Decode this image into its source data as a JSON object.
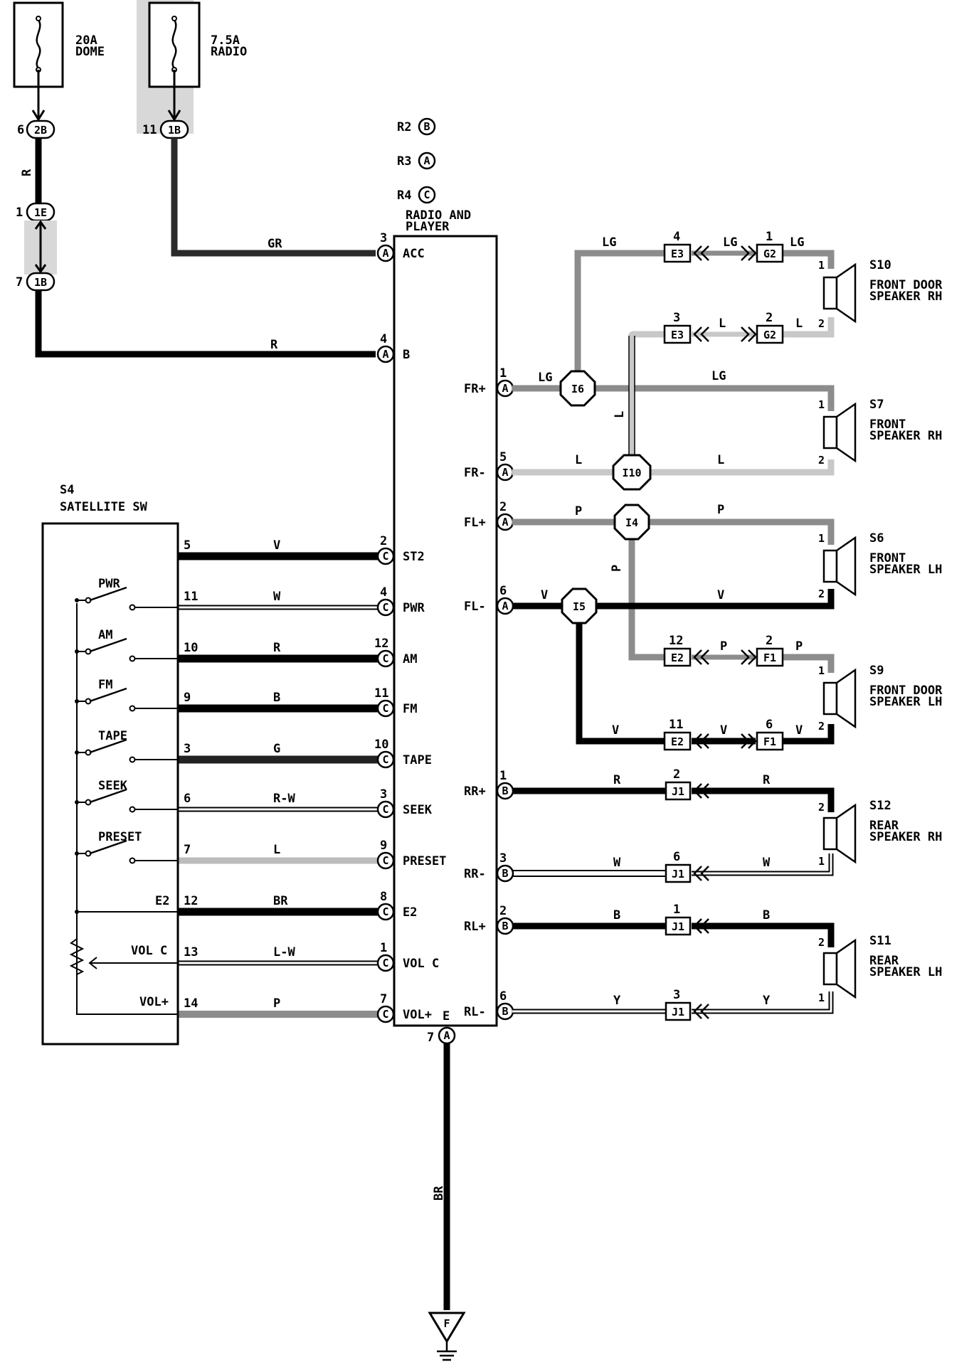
{
  "fuses": [
    {
      "amp": "20A",
      "name": "DOME",
      "pin": "6",
      "conn": "2B"
    },
    {
      "amp": "7.5A",
      "name": "RADIO",
      "pin": "11",
      "conn": "1B"
    }
  ],
  "joints": [
    {
      "pin": "1",
      "conn": "1E"
    },
    {
      "pin": "7",
      "conn": "1B"
    }
  ],
  "radio_conn_legend": [
    {
      "code": "R2",
      "letter": "B"
    },
    {
      "code": "R3",
      "letter": "A"
    },
    {
      "code": "R4",
      "letter": "C"
    }
  ],
  "radio": {
    "title_line1": "RADIO AND",
    "title_line2": "PLAYER",
    "left_pins": [
      {
        "pin": "3",
        "conn": "A",
        "label": "ACC",
        "wire": "GR"
      },
      {
        "pin": "4",
        "conn": "A",
        "label": "B",
        "wire": "R"
      },
      {
        "pin": "2",
        "conn": "C",
        "label": "ST2",
        "wire": "V",
        "src": "5"
      },
      {
        "pin": "4",
        "conn": "C",
        "label": "PWR",
        "wire": "W",
        "src": "11"
      },
      {
        "pin": "12",
        "conn": "C",
        "label": "AM",
        "wire": "R",
        "src": "10"
      },
      {
        "pin": "11",
        "conn": "C",
        "label": "FM",
        "wire": "B",
        "src": "9"
      },
      {
        "pin": "10",
        "conn": "C",
        "label": "TAPE",
        "wire": "G",
        "src": "3"
      },
      {
        "pin": "3",
        "conn": "C",
        "label": "SEEK",
        "wire": "R-W",
        "src": "6"
      },
      {
        "pin": "9",
        "conn": "C",
        "label": "PRESET",
        "wire": "L",
        "src": "7"
      },
      {
        "pin": "8",
        "conn": "C",
        "label": "E2",
        "wire": "BR",
        "src": "12"
      },
      {
        "pin": "1",
        "conn": "C",
        "label": "VOL C",
        "wire": "L-W",
        "src": "13"
      },
      {
        "pin": "7",
        "conn": "C",
        "label": "VOL+",
        "wire": "P",
        "src": "14"
      }
    ],
    "right_pins": [
      {
        "pin": "1",
        "conn": "A",
        "label": "FR+"
      },
      {
        "pin": "5",
        "conn": "A",
        "label": "FR-"
      },
      {
        "pin": "2",
        "conn": "A",
        "label": "FL+"
      },
      {
        "pin": "6",
        "conn": "A",
        "label": "FL-"
      },
      {
        "pin": "1",
        "conn": "B",
        "label": "RR+"
      },
      {
        "pin": "3",
        "conn": "B",
        "label": "RR-"
      },
      {
        "pin": "2",
        "conn": "B",
        "label": "RL+"
      },
      {
        "pin": "6",
        "conn": "B",
        "label": "RL-"
      }
    ],
    "ground_pin": {
      "label": "E",
      "pin": "7",
      "conn": "A",
      "wire": "BR",
      "ground": "F"
    }
  },
  "switch": {
    "code": "S4",
    "name": "SATELLITE SW",
    "switches": [
      "PWR",
      "AM",
      "FM",
      "TAPE",
      "SEEK",
      "PRESET"
    ],
    "e2": "E2",
    "volc": "VOL C",
    "volp": "VOL+"
  },
  "speakers": [
    {
      "code": "S10",
      "line1": "FRONT DOOR",
      "line2": "SPEAKER RH"
    },
    {
      "code": "S7",
      "line1": "FRONT",
      "line2": "SPEAKER RH"
    },
    {
      "code": "S6",
      "line1": "FRONT",
      "line2": "SPEAKER LH"
    },
    {
      "code": "S9",
      "line1": "FRONT DOOR",
      "line2": "SPEAKER LH"
    },
    {
      "code": "S12",
      "line1": "REAR",
      "line2": "SPEAKER RH"
    },
    {
      "code": "S11",
      "line1": "REAR",
      "line2": "SPEAKER LH"
    }
  ],
  "junctions": [
    "I6",
    "I10",
    "I4",
    "I5"
  ],
  "connectors": [
    {
      "id": "e3a",
      "left": "E3",
      "right": "G2",
      "lpin": "4",
      "rpin": "1",
      "wire_in": "LG",
      "wire_mid": "LG",
      "wire_out": "LG"
    },
    {
      "id": "e3b",
      "left": "E3",
      "right": "G2",
      "lpin": "3",
      "rpin": "2",
      "wire_mid": "L",
      "wire_out": "L"
    },
    {
      "id": "e2a",
      "left": "E2",
      "right": "F1",
      "lpin": "12",
      "rpin": "2",
      "wire_mid": "P",
      "wire_out": "P"
    },
    {
      "id": "e2b",
      "left": "E2",
      "right": "F1",
      "lpin": "11",
      "rpin": "6",
      "wire_in": "V",
      "wire_mid": "V",
      "wire_out": "V"
    },
    {
      "id": "j1a",
      "name": "J1",
      "pin": "2",
      "wire_l": "R",
      "wire_r": "R"
    },
    {
      "id": "j1b",
      "name": "J1",
      "pin": "6",
      "wire_l": "W",
      "wire_r": "W"
    },
    {
      "id": "j1c",
      "name": "J1",
      "pin": "1",
      "wire_l": "B",
      "wire_r": "B"
    },
    {
      "id": "j1d",
      "name": "J1",
      "pin": "3",
      "wire_l": "Y",
      "wire_r": "Y"
    }
  ],
  "wires": {
    "fr_plus": "LG",
    "fr_plus_out": "LG",
    "fr_minus": "L",
    "fr_minus_out": "L",
    "i10_up": "L",
    "fl_plus": "P",
    "fl_plus_out": "P",
    "i4_down": "P",
    "fl_minus": "V",
    "fl_minus_out": "V",
    "dome": "R"
  },
  "speaker_pins": {
    "one": "1",
    "two": "2"
  },
  "colors": {
    "thick": "#000000",
    "gray": "#8c8c8c",
    "light": "#c8c8c8",
    "white": "#ffffff"
  }
}
